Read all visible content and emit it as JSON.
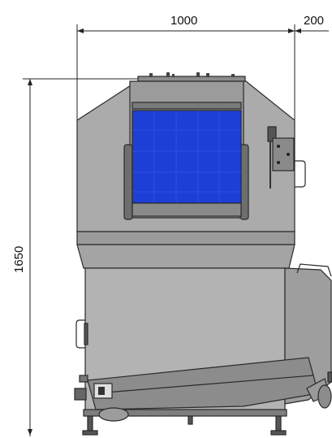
{
  "dimensions": {
    "width_label": "1000",
    "extension_label": "200",
    "height_label": "1650"
  },
  "colors": {
    "body_light": "#a9a9a9",
    "body_mid": "#969696",
    "body_dark": "#7f7f7f",
    "window_blue": "#1d3fd6",
    "window_blue_dark": "#1228a0",
    "background": "#ffffff"
  },
  "icons": {
    "machine": "industrial-machine-front-view",
    "handle": "door-handle",
    "latch": "latch-icon",
    "outlet": "outlet-pipe"
  }
}
